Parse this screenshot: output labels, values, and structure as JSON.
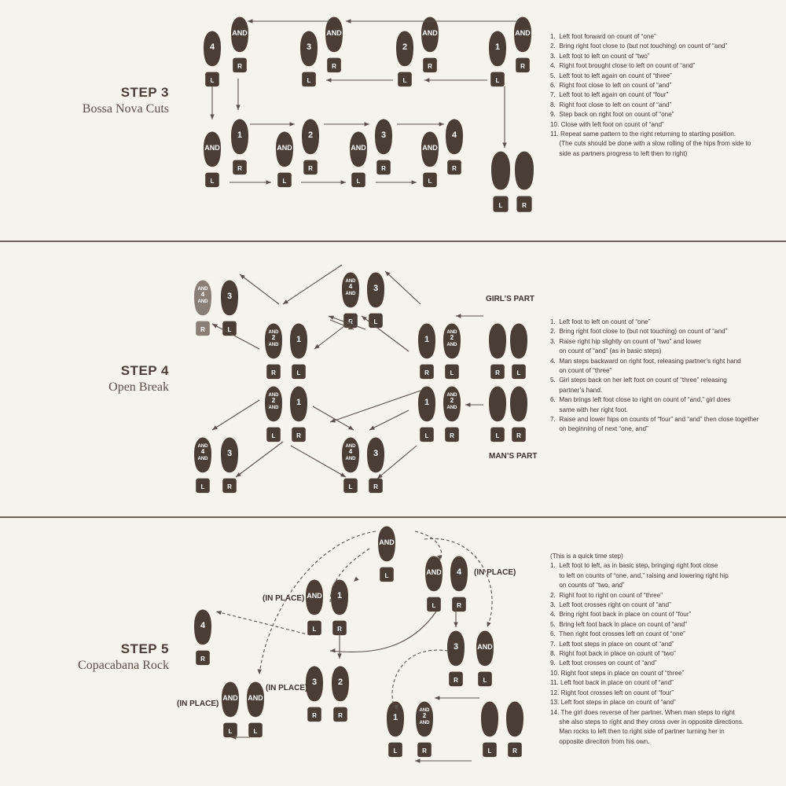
{
  "steps": [
    {
      "number": "STEP 3",
      "name": "Bossa Nova Cuts",
      "instructions": [
        "1.  Left foot forward on count of “one”",
        "2.  Bring right foot close to (but not touching) on count of “and”",
        "3.  Left foot to left on count of “two”",
        "4.  Right foot brought close to left on count of “and”",
        "5.  Left foot to left again on count of “three”",
        "6.  Right foot close to left on count of “and”",
        "7.  Left foot to left again on count of “four”",
        "8.  Right foot close to left on count of “and”",
        "9.  Step back on right foot on count of “one”",
        "10. Close with left foot on count of “and”",
        "11. Repeat same pattern to the right returning to starting position.",
        "     (The cuts should be done with a slow rolling of the hips from side to",
        "     side as partners progress to left then to right)"
      ],
      "feet": [
        {
          "id": "s3-4",
          "label": "4",
          "heel": "L",
          "side": "L"
        },
        {
          "id": "s3-and1",
          "label": "AND",
          "heel": "R",
          "side": "R"
        },
        {
          "id": "s3-3",
          "label": "3",
          "heel": "L",
          "side": "L"
        },
        {
          "id": "s3-and2",
          "label": "AND",
          "heel": "R",
          "side": "R"
        },
        {
          "id": "s3-2",
          "label": "2",
          "heel": "L",
          "side": "L"
        },
        {
          "id": "s3-and3",
          "label": "AND",
          "heel": "R",
          "side": "R"
        },
        {
          "id": "s3-1",
          "label": "1",
          "heel": "L",
          "side": "L"
        },
        {
          "id": "s3-and4",
          "label": "AND",
          "heel": "R",
          "side": "R"
        },
        {
          "id": "s3-b-and1",
          "label": "AND",
          "heel": "L",
          "side": "L"
        },
        {
          "id": "s3-b-1",
          "label": "1",
          "heel": "R",
          "side": "R"
        },
        {
          "id": "s3-b-and2",
          "label": "AND",
          "heel": "L",
          "side": "L"
        },
        {
          "id": "s3-b-2",
          "label": "2",
          "heel": "R",
          "side": "R"
        },
        {
          "id": "s3-b-and3",
          "label": "AND",
          "heel": "L",
          "side": "L"
        },
        {
          "id": "s3-b-3",
          "label": "3",
          "heel": "R",
          "side": "R"
        },
        {
          "id": "s3-b-and4",
          "label": "AND",
          "heel": "L",
          "side": "L"
        },
        {
          "id": "s3-b-4",
          "label": "4",
          "heel": "R",
          "side": "R"
        },
        {
          "id": "s3-start-l",
          "label": "",
          "heel": "L",
          "side": "L"
        },
        {
          "id": "s3-start-r",
          "label": "",
          "heel": "R",
          "side": "R"
        }
      ]
    },
    {
      "number": "STEP 4",
      "name": "Open Break",
      "instructions": [
        "1.  Left foot to left on count of “one”",
        "2.  Bring right foot close to (but not touching) on count of “and”",
        "3.  Raise right hip slightly on count of “two” and lower",
        "     on count of “and” (as in basic steps)",
        "4.  Man steps backward on right foot, releasing partner’s right hand",
        "     on count of “three”",
        "5.  Girl steps back on her left foot on count of “three” releasing",
        "     partner’s hand.",
        "6.  Man brings left foot close to right on count of “and,” girl does",
        "     same with her right foot.",
        "7.  Raise and lower hips on counts of “four” and “and” then close together",
        "     on beginning of next “one, and”"
      ],
      "labels": {
        "girls_part": "GIRL’S PART",
        "mans_part": "MAN’S PART"
      },
      "foot_labels": {
        "and2": [
          "AND",
          "2",
          "AND"
        ],
        "and4": [
          "AND",
          "4",
          "AND"
        ]
      }
    },
    {
      "number": "STEP 5",
      "name": "Copacabana Rock",
      "instructions": [
        "(This is a quick time step)",
        "1.  Left foot to left, as in basic step, bringing right foot close",
        "     to left on counts of “one, and,” raising and lowering right hip",
        "     on counts of “two, and”",
        "2.  Right foot to right on count of “three”",
        "3.  Left foot crosses right on count of “and”",
        "4.  Bring right foot back in place on count of “four”",
        "5.  Bring left foot back in place on count of “and”",
        "6.  Then right foot crosses left on count of “one”",
        "7.  Left foot steps in place on count of “and”",
        "8.  Right foot back in place on count of “two”",
        "9.  Left foot crosses on count of “and”",
        "10. Right foot steps in place on count of “three”",
        "11. Left foot back in place on count of “and”",
        "12. Right foot crosses left on count of “four”",
        "13. Left foot steps in place on count of “and”",
        "14. The girl does reverse of her partner. When man steps to right",
        "     she also steps to right and they cross over in opposite directions.",
        "     Man rocks to left then to right side of partner turning her in",
        "     opposite direciton from his own."
      ],
      "labels": {
        "in_place": "(IN PLACE)"
      }
    }
  ],
  "colors": {
    "foot": "#4a3d35",
    "foot_light": "#8a7f77",
    "paper": "#f6f3ec",
    "line": "#5a514a"
  }
}
